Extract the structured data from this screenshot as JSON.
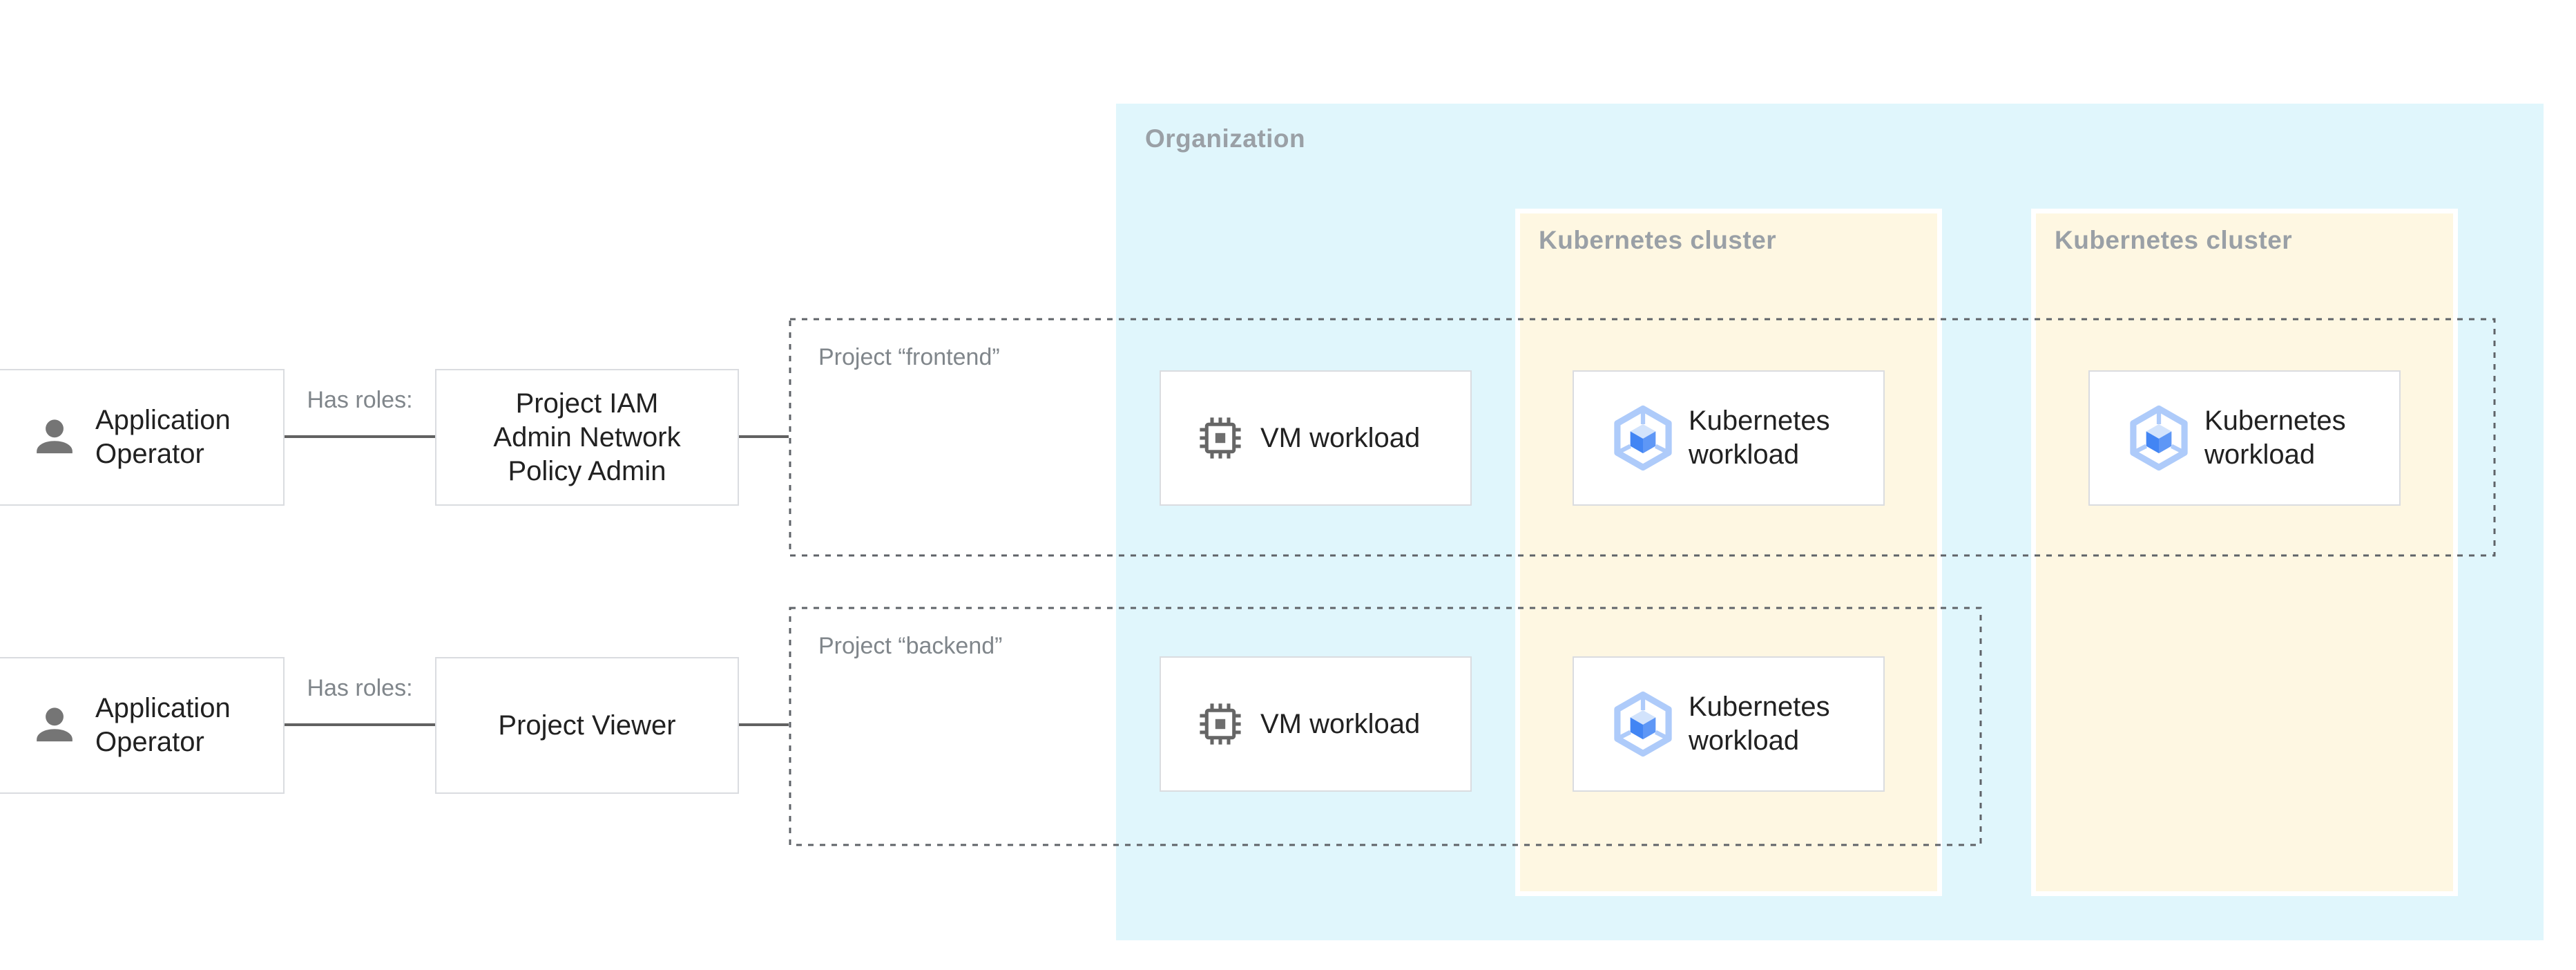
{
  "diagram": {
    "organization": {
      "label": "Organization"
    },
    "clusters": [
      {
        "label": "Kubernetes cluster"
      },
      {
        "label": "Kubernetes cluster"
      }
    ],
    "projects": [
      {
        "label": "Project “frontend”"
      },
      {
        "label": "Project “backend”"
      }
    ],
    "actors": [
      {
        "label": "Application\nOperator",
        "icon": "person-icon"
      },
      {
        "label": "Application\nOperator",
        "icon": "person-icon"
      }
    ],
    "role_edges": [
      {
        "label": "Has roles:"
      },
      {
        "label": "Has roles:"
      }
    ],
    "roles": [
      {
        "label": "Project IAM\nAdmin Network\nPolicy Admin"
      },
      {
        "label": "Project Viewer"
      }
    ],
    "workloads": [
      {
        "label": "VM workload",
        "icon": "vm-chip-icon"
      },
      {
        "label": "Kubernetes\nworkload",
        "icon": "gke-hexagon-icon"
      },
      {
        "label": "Kubernetes\nworkload",
        "icon": "gke-hexagon-icon"
      },
      {
        "label": "VM workload",
        "icon": "vm-chip-icon"
      },
      {
        "label": "Kubernetes\nworkload",
        "icon": "gke-hexagon-icon"
      }
    ],
    "colors": {
      "organization_bg": "#e0f6fc",
      "cluster_bg": "#fef7e2",
      "cluster_border": "#ffffff",
      "node_border": "#dadce0",
      "dashed_border": "#5f6368",
      "connector": "#616161",
      "node_text": "#212121",
      "muted_label": "#80868b",
      "container_label": "#9aa0a6",
      "person_icon": "#757575",
      "chip_icon": "#666666",
      "gke_hex": "#aecbfa",
      "gke_top_face": "#d2e3fc",
      "gke_left_face": "#4285f4",
      "gke_right_face": "#5e97f6"
    }
  }
}
